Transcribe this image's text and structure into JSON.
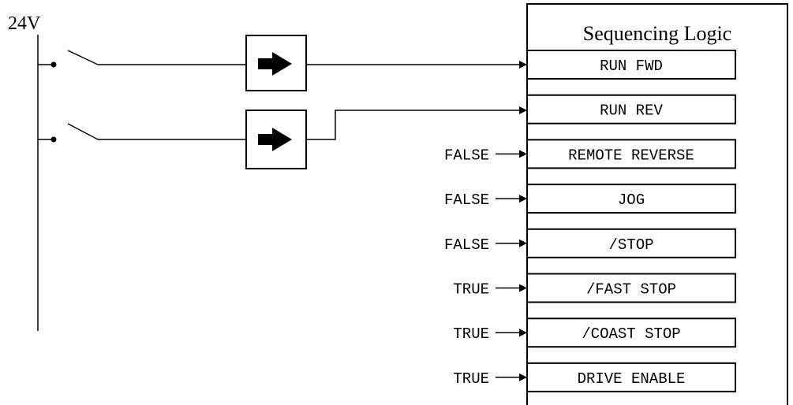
{
  "supply_label": "24V",
  "block_title": "Sequencing Logic",
  "inputs": [
    {
      "label": "RUN FWD",
      "value": ""
    },
    {
      "label": "RUN REV",
      "value": ""
    },
    {
      "label": "REMOTE REVERSE",
      "value": "FALSE"
    },
    {
      "label": "JOG",
      "value": "FALSE"
    },
    {
      "label": "/STOP",
      "value": "FALSE"
    },
    {
      "label": "/FAST STOP",
      "value": "TRUE"
    },
    {
      "label": "/COAST STOP",
      "value": "TRUE"
    },
    {
      "label": "DRIVE ENABLE",
      "value": "TRUE"
    }
  ],
  "buffers": [
    {
      "icon": "right-arrow-icon"
    },
    {
      "icon": "right-arrow-icon"
    }
  ]
}
